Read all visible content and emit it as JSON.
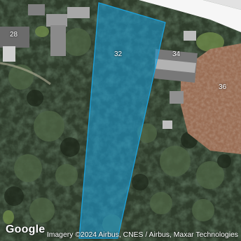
{
  "map": {
    "type": "satellite",
    "selected_lot": "32",
    "lots": [
      {
        "id": "28",
        "label": "28"
      },
      {
        "id": "32",
        "label": "32"
      },
      {
        "id": "34",
        "label": "34"
      },
      {
        "id": "36",
        "label": "36"
      }
    ],
    "highlight_color": "#1aa3e0",
    "logo": "Google",
    "attribution": "Imagery ©2024 Airbus, CNES / Airbus, Maxar Technologies"
  }
}
